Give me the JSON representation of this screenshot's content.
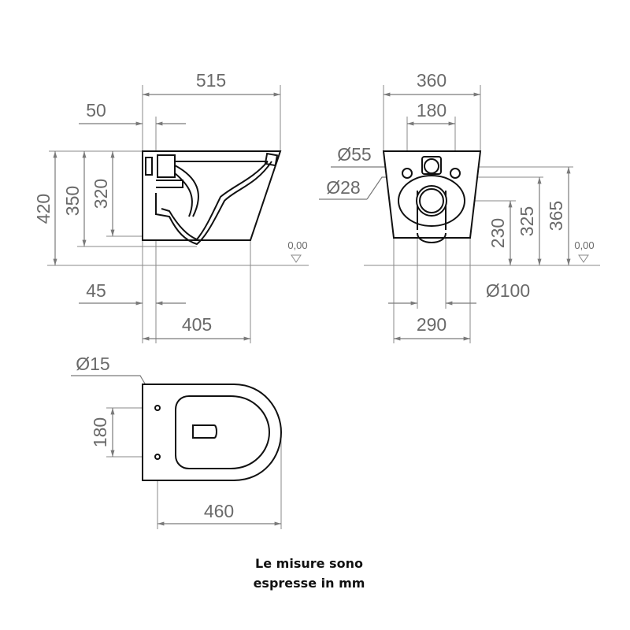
{
  "side_view": {
    "width_total": "515",
    "offset_top": "50",
    "height_total": "420",
    "height_350": "350",
    "height_320": "320",
    "floor_ref": "0,00",
    "offset_bottom": "45",
    "depth_bottom": "405"
  },
  "front_view": {
    "width_total": "360",
    "hole_spacing": "180",
    "dia_55": "Ø55",
    "dia_28": "Ø28",
    "h_230": "230",
    "h_325": "325",
    "h_365": "365",
    "floor_ref": "0,00",
    "dia_100": "Ø100",
    "width_bottom": "290"
  },
  "top_view": {
    "dia_15": "Ø15",
    "hole_spacing": "180",
    "length": "460"
  },
  "caption": {
    "line1": "Le misure sono",
    "line2": "espresse in mm"
  }
}
